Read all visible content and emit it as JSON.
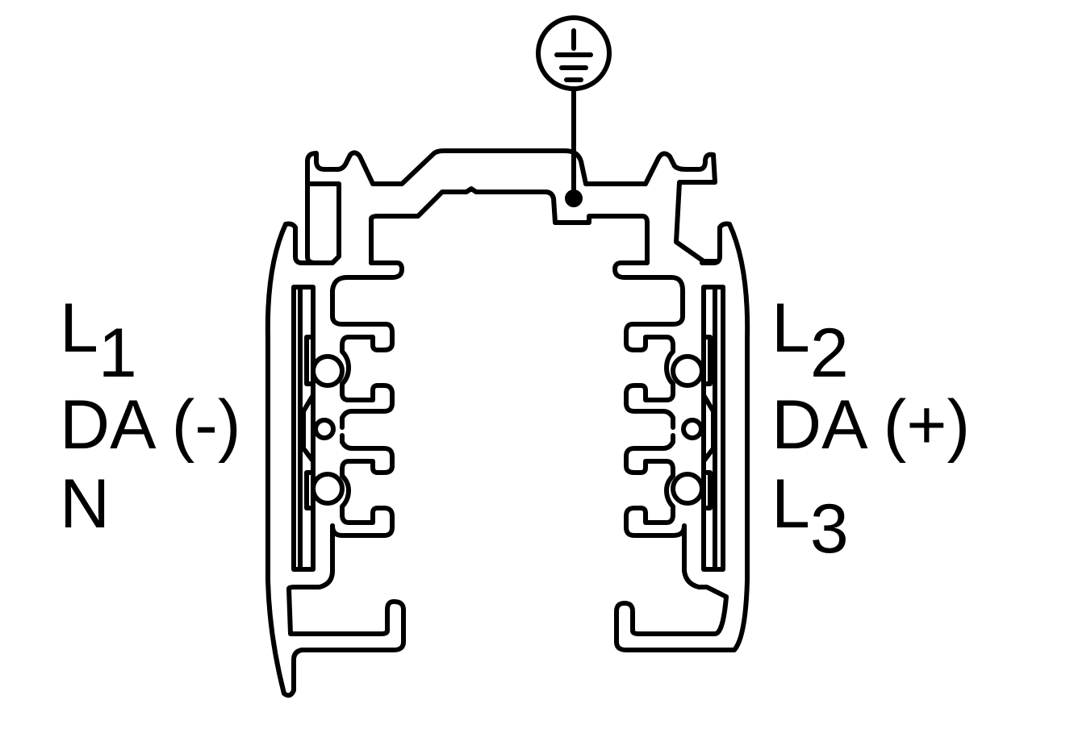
{
  "labels_left": [
    {
      "main": "L",
      "sub": "1"
    },
    {
      "main": "DA (-)",
      "sub": ""
    },
    {
      "main": "N",
      "sub": ""
    }
  ],
  "labels_right": [
    {
      "main": "L",
      "sub": "2"
    },
    {
      "main": "DA (+)",
      "sub": ""
    },
    {
      "main": "L",
      "sub": "3"
    }
  ],
  "icons": {
    "ground": "earth-ground-icon"
  },
  "colors": {
    "stroke": "#000000",
    "background": "#ffffff"
  }
}
